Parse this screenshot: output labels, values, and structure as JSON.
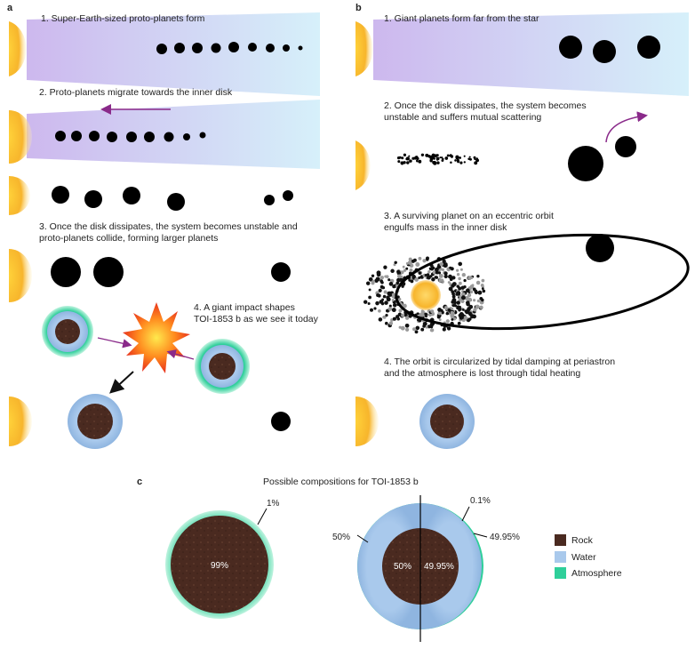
{
  "panels": {
    "a": "a",
    "b": "b",
    "c": "c"
  },
  "panel_a": {
    "step1": "1. Super-Earth-sized proto-planets form",
    "step2": "2. Proto-planets migrate towards the inner disk",
    "step3_line1": "3. Once the disk dissipates, the system becomes unstable and",
    "step3_line2": "proto-planets collide, forming larger planets",
    "step4_line1": "4. A giant impact shapes",
    "step4_line2": "TOI-1853 b as we see it today"
  },
  "panel_b": {
    "step1": "1. Giant planets form far from the star",
    "step2_line1": "2. Once the disk dissipates, the system becomes",
    "step2_line2": "unstable and suffers mutual scattering",
    "step3_line1": "3. A surviving planet on an eccentric orbit",
    "step3_line2": "engulfs mass in the inner disk",
    "step4_line1": "4. The orbit is circularized by tidal damping at periastron",
    "step4_line2": "and the atmosphere is lost through tidal heating"
  },
  "panel_c": {
    "title": "Possible compositions for TOI-1853 b",
    "model1": {
      "rock_label": "99%",
      "atm_label": "1%"
    },
    "model2": {
      "water_left_label": "50%",
      "rock_left_label": "50%",
      "rock_right_label": "49.95%",
      "water_right_label": "49.95%",
      "atm_label": "0.1%"
    },
    "legend": [
      {
        "label": "Rock",
        "color": "#4a2a20"
      },
      {
        "label": "Water",
        "color": "#a9c9ec"
      },
      {
        "label": "Atmosphere",
        "color": "#2fcf9a"
      }
    ]
  },
  "colors": {
    "star": "#f7b52c",
    "disk_left": "#cdb8ee",
    "disk_right": "#d4eef9",
    "arrow_purple": "#8a2a8a",
    "rock": "#4a2a20",
    "water": "#a9c9ec",
    "atmosphere": "#2fcf9a"
  }
}
